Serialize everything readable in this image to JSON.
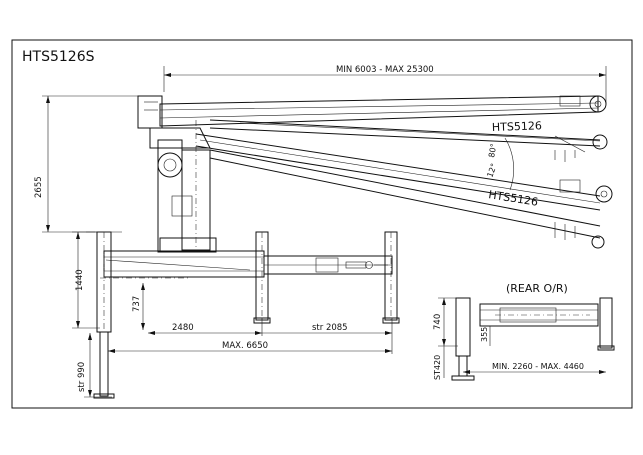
{
  "title": "HTS5126S",
  "boom_labels": [
    "HTS5126",
    "HTS5126"
  ],
  "dimensions": {
    "reach": "MIN 6003 - MAX 25300",
    "height": "2655",
    "outrigger_height": "1440",
    "column_offset": "737",
    "front_width": "2480",
    "stroke_right": "str 2085",
    "max_span": "MAX. 6650",
    "stroke_down": "str 990",
    "angle_up": "80°",
    "angle_down": "12°"
  },
  "rear": {
    "label": "(REAR O/R)",
    "height": "740",
    "inner_height": "355",
    "stroke": "ST420",
    "span": "MIN. 2260 - MAX. 4460"
  }
}
